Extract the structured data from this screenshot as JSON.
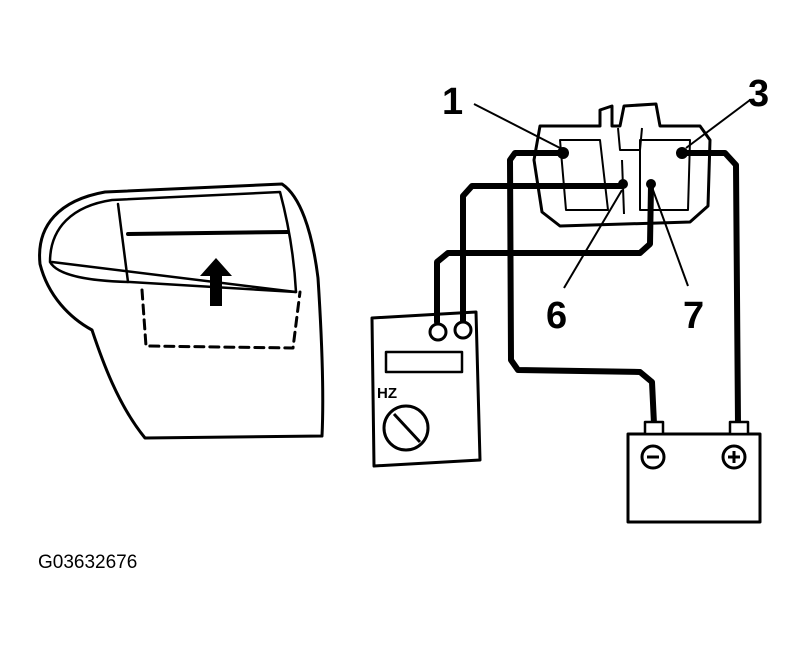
{
  "figure_id": "G03632676",
  "pin_labels": {
    "p1": "1",
    "p3": "3",
    "p6": "6",
    "p7": "7"
  },
  "meter_label": "HZ",
  "battery": {
    "negative_symbol": "−",
    "positive_symbol": "+"
  }
}
